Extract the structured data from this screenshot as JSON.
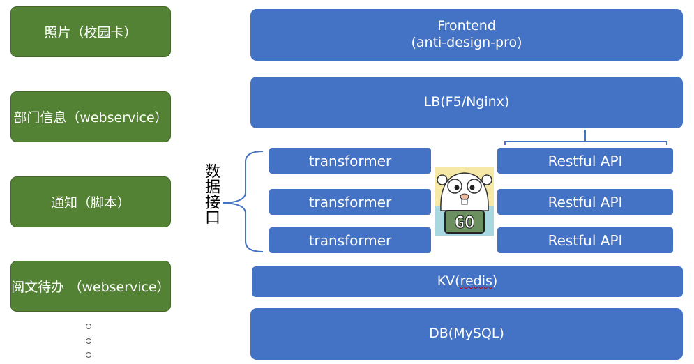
{
  "left_boxes": [
    {
      "label": "照片（校园卡）"
    },
    {
      "label": "部门信息（webservice）"
    },
    {
      "label": "通知（脚本）"
    },
    {
      "label": "阅文待办 （webservice）"
    }
  ],
  "frontend": {
    "line1": "Frontend",
    "line2": "(anti-design-pro)"
  },
  "lb": {
    "label": "LB(F5/Nginx)"
  },
  "data_interface": {
    "label": "数据接口"
  },
  "transformers": [
    {
      "label": "transformer"
    },
    {
      "label": "transformer"
    },
    {
      "label": "transformer"
    }
  ],
  "apis": [
    {
      "label": "Restful API"
    },
    {
      "label": "Restful API"
    },
    {
      "label": "Restful API"
    }
  ],
  "kv": {
    "prefix": "KV(",
    "redis": "redis",
    "suffix": ")"
  },
  "db": {
    "label": "DB(MySQL)"
  },
  "logo": {
    "text": "GO"
  },
  "colors": {
    "green": "#548235",
    "blue": "#4472c4",
    "bracket": "#4472c4"
  }
}
